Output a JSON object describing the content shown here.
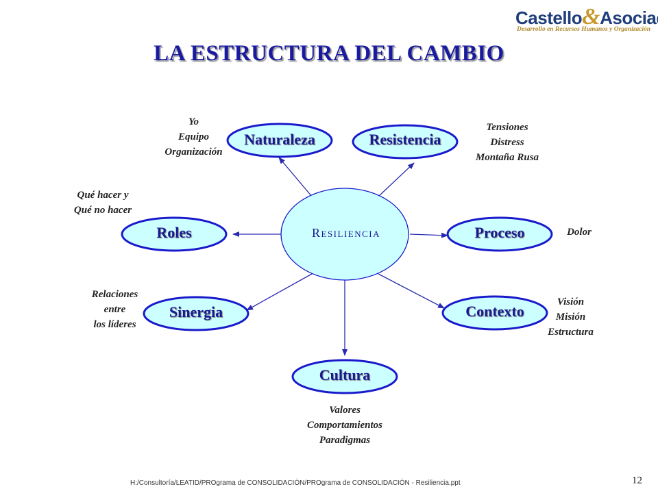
{
  "logo": {
    "brand_left": "Castello",
    "brand_amp": "&",
    "brand_right": "Asociados",
    "tagline": "Desarrollo en Recursos Humanos y Organización"
  },
  "title": "LA ESTRUCTURA DEL CAMBIO",
  "center": {
    "first_letter": "R",
    "rest": "ESILIENCIA"
  },
  "nodes": {
    "naturaleza": "Naturaleza",
    "resistencia": "Resistencia",
    "roles": "Roles",
    "proceso": "Proceso",
    "sinergia": "Sinergia",
    "contexto": "Contexto",
    "cultura": "Cultura"
  },
  "notes": {
    "naturaleza": [
      "Yo",
      "Equipo",
      "Organización"
    ],
    "resistencia": [
      "Tensiones",
      "Distress",
      "Montaña Rusa"
    ],
    "roles": [
      "Qué hacer y",
      "Qué no hacer"
    ],
    "proceso": [
      "Dolor"
    ],
    "sinergia": [
      "Relaciones",
      "entre",
      "los líderes"
    ],
    "contexto": [
      "Visión",
      "Misión",
      "Estructura"
    ],
    "cultura": [
      "Valores",
      "Comportamientos",
      "Paradigmas"
    ]
  },
  "colors": {
    "node_fill": "#ccffff",
    "node_border": "#1a1acc",
    "arrow": "#2a2ab0",
    "title": "#1a1aa0"
  },
  "footer": {
    "path": "H:/Consultoría/LEATID/PROgrama  de CONSOLIDACIÓN/PROgrama de CONSOLIDACIÓN - Resiliencia.ppt",
    "page_number": "12"
  }
}
